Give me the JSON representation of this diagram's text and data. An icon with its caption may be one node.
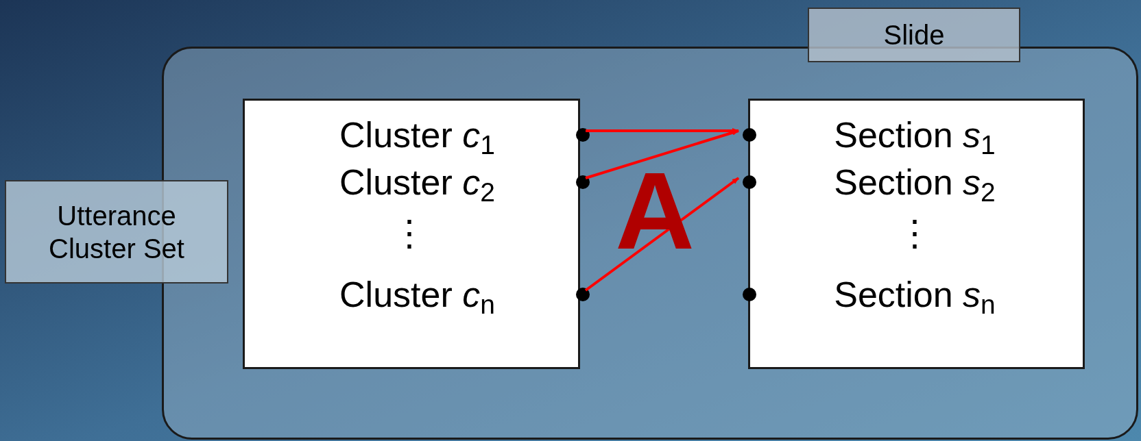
{
  "diagram": {
    "nodes": [
      {
        "text": [],
        "shape": "box"
      },
      {
        "text": [
          "Slide"
        ]
      },
      {
        "text": [
          "Utterance Cluster Set"
        ]
      },
      {
        "text": [],
        "shape": "box",
        "in": 0
      },
      {
        "text": [
          "Cluster *c*$_{1}$"
        ],
        "in": 3
      },
      {
        "text": [
          "Cluster *c*$_{2}$"
        ],
        "in": 3
      },
      {
        "text": [
          "Cluster *c*$_{n}$"
        ],
        "in": 3
      },
      {
        "text": [],
        "shape": "box",
        "in": 0
      },
      {
        "text": [
          "Section *s*$_{1}$"
        ],
        "in": 7
      },
      {
        "text": [
          "Section *s*$_{2}$"
        ],
        "in": 7
      },
      {
        "text": [
          "Section *s*$_{n}$"
        ],
        "in": 7
      }
    ],
    "edges": [
      {
        "from": 4,
        "to": 8,
        "arrow": "to",
        "color": "#ff0000"
      },
      {
        "from": 5,
        "to": 8,
        "arrow": "to",
        "color": "#ff0000"
      },
      {
        "from": 6,
        "to": 9,
        "arrow": "to",
        "color": "#ff0000"
      }
    ],
    "labels": [
      "⋮",
      "⋮",
      "A"
    ]
  }
}
